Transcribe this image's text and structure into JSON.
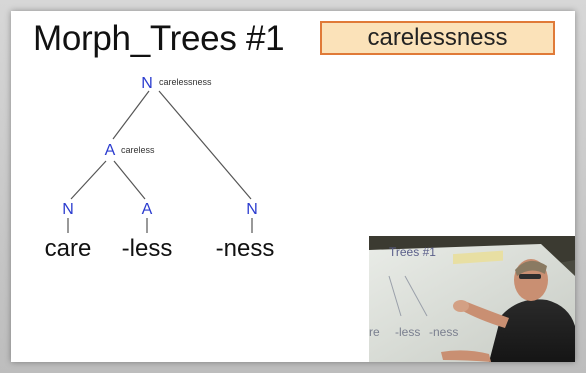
{
  "slide": {
    "title": "Morph_Trees #1",
    "word_box": "carelessness"
  },
  "tree": {
    "root": {
      "label": "N",
      "note": "carelessness"
    },
    "a_node": {
      "label": "A",
      "note": "careless"
    },
    "n_left": {
      "label": "N"
    },
    "a_mid": {
      "label": "A"
    },
    "n_right": {
      "label": "N"
    },
    "leaves": [
      "care",
      "-less",
      "-ness"
    ]
  },
  "video_inset": {
    "title_fragment": "Trees #1",
    "leaves": [
      "re",
      "-less",
      "-ness"
    ]
  },
  "colors": {
    "node": "#2b3ccf",
    "box_fill": "#fbe2b9",
    "box_border": "#e07a38"
  }
}
